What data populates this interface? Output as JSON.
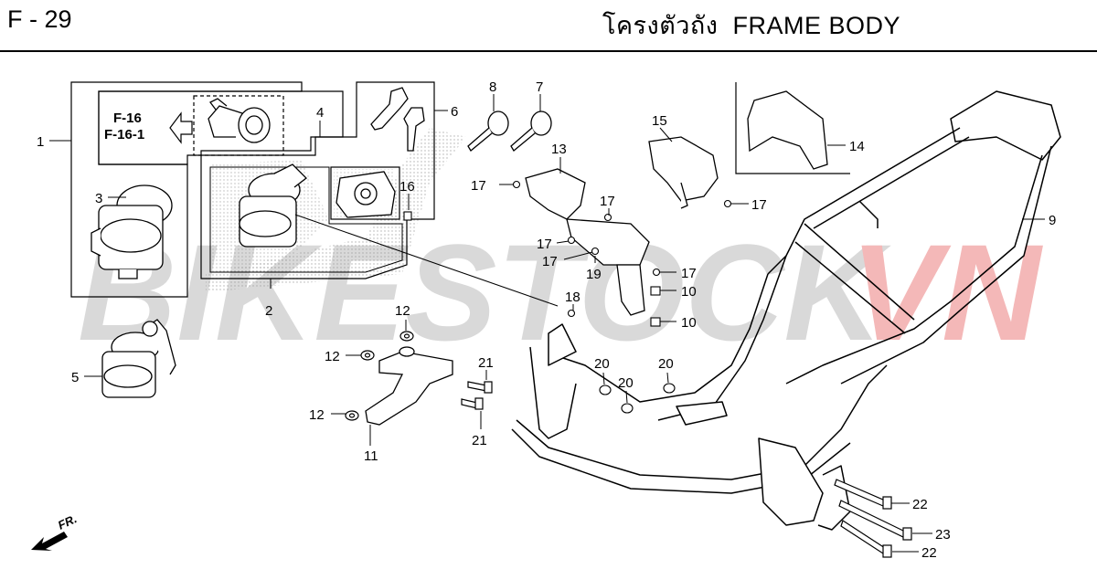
{
  "header": {
    "page_code": "F - 29",
    "title_thai": "โครงตัวถัง",
    "title_en": "FRAME BODY"
  },
  "watermark": {
    "part1": "BIKESTOCK",
    "part2": "VN",
    "color_gray": "#d9d9d9",
    "color_red": "#f4b8b8"
  },
  "reference": {
    "line1": "F-16",
    "line2": "F-16-1"
  },
  "direction": {
    "label": "FR."
  },
  "callouts": {
    "c1": "1",
    "c2": "2",
    "c3": "3",
    "c4": "4",
    "c5": "5",
    "c6": "6",
    "c7": "7",
    "c8": "8",
    "c9": "9",
    "c10a": "10",
    "c10b": "10",
    "c11": "11",
    "c12a": "12",
    "c12b": "12",
    "c12c": "12",
    "c13": "13",
    "c14": "14",
    "c15": "15",
    "c16": "16",
    "c17a": "17",
    "c17b": "17",
    "c17c": "17",
    "c17d": "17",
    "c17e": "17",
    "c17f": "17",
    "c18": "18",
    "c19": "19",
    "c20a": "20",
    "c20b": "20",
    "c20c": "20",
    "c21a": "21",
    "c21b": "21",
    "c22a": "22",
    "c22b": "22",
    "c23": "23"
  }
}
